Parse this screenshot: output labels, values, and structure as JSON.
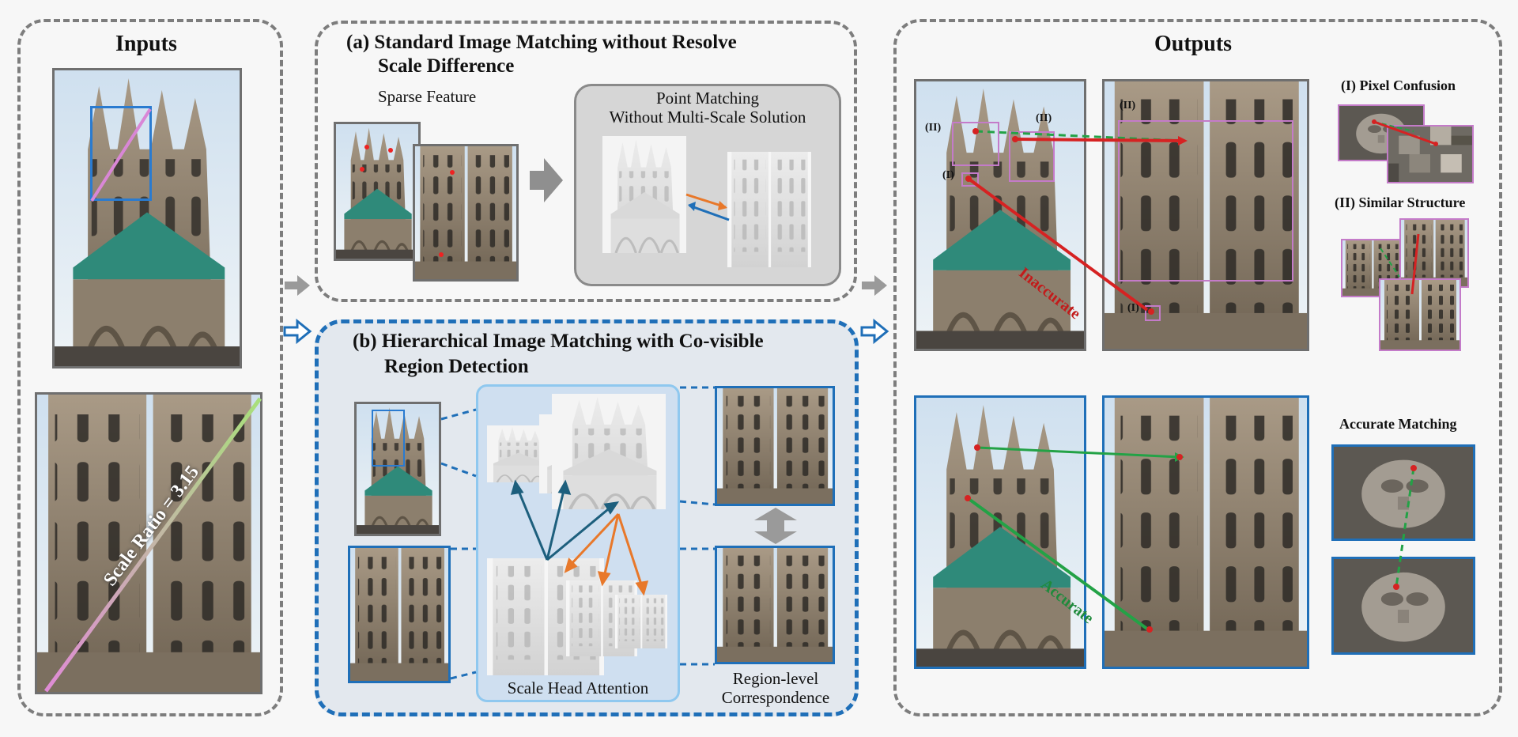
{
  "inputs": {
    "title": "Inputs",
    "scale_ratio": "Scale Ratio = 3.15"
  },
  "panel_a": {
    "title_line1": "(a) Standard Image Matching without Resolve",
    "title_line2": "Scale Difference",
    "sparse_label": "Sparse Feature",
    "box_line1": "Point Matching",
    "box_line2": "Without Multi-Scale Solution"
  },
  "panel_b": {
    "title_line1": "(b) Hierarchical Image Matching with Co-visible",
    "title_line2": "Region Detection",
    "attention_label": "Scale Head Attention",
    "region_line1": "Region-level",
    "region_line2": "Correspondence"
  },
  "outputs": {
    "title": "Outputs",
    "label_I_a": "(I)",
    "label_I_b": "(I)",
    "label_II_a": "(II)",
    "label_II_b": "(II)",
    "label_II_c": "(II)",
    "inaccurate": "Inaccurate",
    "accurate": "Accurate",
    "pixel_confusion": "(I) Pixel Confusion",
    "similar_structure": "(II) Similar Structure",
    "accurate_matching": "Accurate Matching"
  },
  "colors": {
    "panel_border": "#7d7d7d",
    "blue_accent": "#1f6fb8",
    "panel_b_bg": "#e3e8ee",
    "pink": "#c47bc9",
    "red": "#d62222",
    "green": "#23a246",
    "orange": "#e8782a",
    "dark_blue_arrow": "#1d5f7d"
  }
}
